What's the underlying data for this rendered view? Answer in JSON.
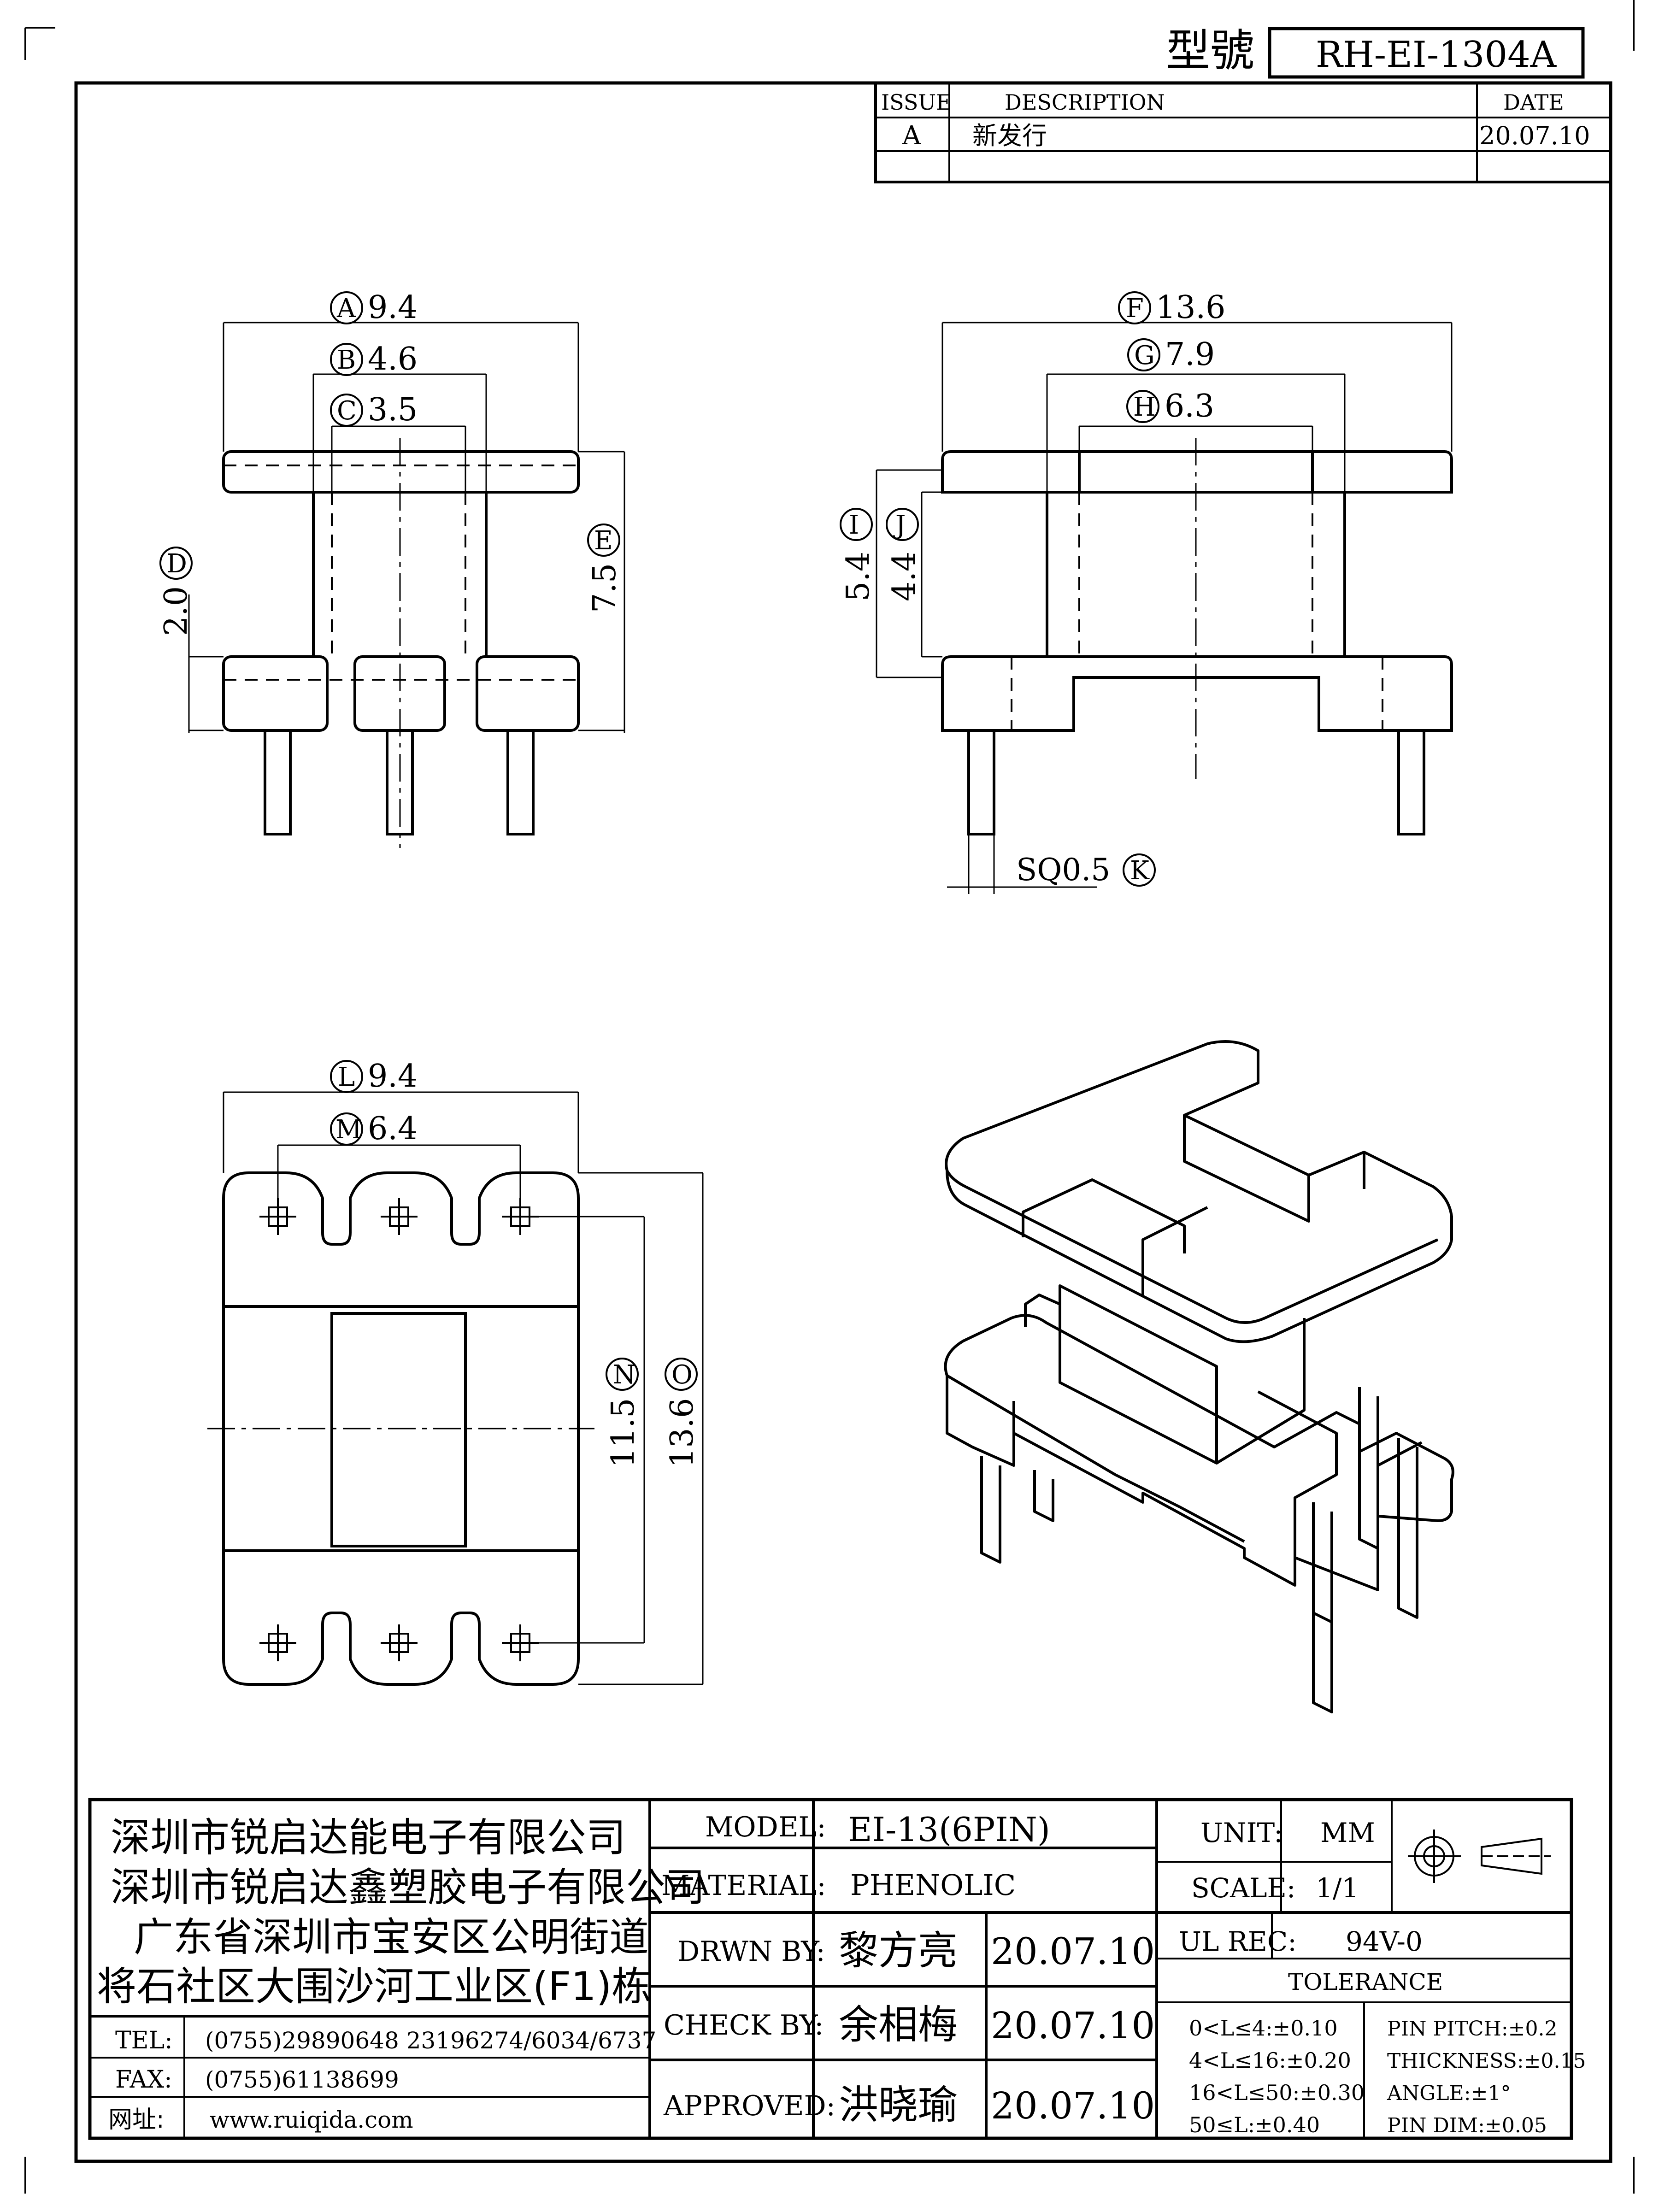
{
  "header": {
    "model_label": "型號",
    "model_no": "RH-EI-1304A"
  },
  "revision": {
    "col_issue": "ISSUE",
    "col_description": "DESCRIPTION",
    "col_date": "DATE",
    "rows": [
      {
        "issue": "A",
        "description": "新发行",
        "date": "20.07.10"
      }
    ]
  },
  "front_view": {
    "dims": [
      {
        "letter": "A",
        "value": "9.4"
      },
      {
        "letter": "B",
        "value": "4.6"
      },
      {
        "letter": "C",
        "value": "3.5"
      },
      {
        "letter": "D",
        "value": "2.0"
      },
      {
        "letter": "E",
        "value": "7.5"
      }
    ]
  },
  "side_view": {
    "dims": [
      {
        "letter": "F",
        "value": "13.6"
      },
      {
        "letter": "G",
        "value": "7.9"
      },
      {
        "letter": "H",
        "value": "6.3"
      },
      {
        "letter": "I",
        "value": "5.4"
      },
      {
        "letter": "J",
        "value": "4.4"
      },
      {
        "letter": "K",
        "value": "SQ0.5"
      }
    ]
  },
  "bottom_view": {
    "dims": [
      {
        "letter": "L",
        "value": "9.4"
      },
      {
        "letter": "M",
        "value": "6.4"
      },
      {
        "letter": "N",
        "value": "11.5"
      },
      {
        "letter": "O",
        "value": "13.6"
      }
    ]
  },
  "company": {
    "lines": [
      "深圳市锐启达能电子有限公司",
      "深圳市锐启达鑫塑胶电子有限公司",
      "广东省深圳市宝安区公明街道",
      "将石社区大围沙河工业区(F1)栋"
    ],
    "tel_label": "TEL:",
    "tel": "(0755)29890648  23196274/6034/6737",
    "fax_label": "FAX:",
    "fax": "(0755)61138699",
    "web_label": "网址:",
    "web": "www.ruiqida.com"
  },
  "title_block": {
    "model_label": "MODEL:",
    "model": "EI-13(6PIN)",
    "material_label": "MATERIAL:",
    "material": "PHENOLIC",
    "drawn_label": "DRWN BY:",
    "drawn_name": "黎方亮",
    "drawn_date": "20.07.10",
    "check_label": "CHECK BY:",
    "check_name": "余相梅",
    "check_date": "20.07.10",
    "approved_label": "APPROVED:",
    "approved_name": "洪晓瑜",
    "approved_date": "20.07.10",
    "unit_label": "UNIT:",
    "unit": "MM",
    "scale_label": "SCALE:",
    "scale": "1/1",
    "ul_label": "UL REC:",
    "ul": "94V-0",
    "tolerance_title": "TOLERANCE",
    "tolerance_left": [
      "0<L≤4:±0.10",
      "4<L≤16:±0.20",
      "16<L≤50:±0.30",
      "50≤L:±0.40"
    ],
    "tolerance_right": [
      "PIN PITCH:±0.2",
      "THICKNESS:±0.15",
      "ANGLE:±1°",
      "PIN DIM:±0.05"
    ]
  }
}
